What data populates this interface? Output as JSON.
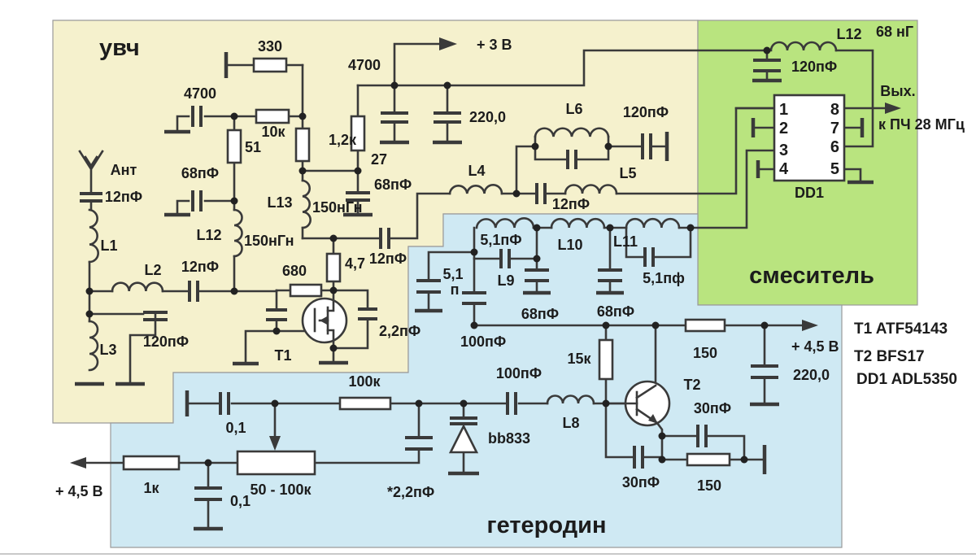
{
  "blocks": {
    "uvch_title": "увч",
    "mixer_title": "смеситель",
    "het_title": "гетеродин",
    "uvch_bg": "#f5f1cd",
    "mixer_bg": "#b9e47f",
    "het_bg": "#cfe9f3"
  },
  "uvch": {
    "ant": "Ант",
    "c_ant": "12пФ",
    "l1": "L1",
    "l2": "L2",
    "c_l2": "12пФ",
    "l3": "L3",
    "c_l3": "120пФ",
    "c_gate": "68пФ",
    "r51": "51",
    "c4700_in": "4700",
    "r330": "330",
    "r10k": "10к",
    "r1k2": "1,2к",
    "l12": "L12",
    "l12_val": "150нГн",
    "l13": "L13",
    "l13_val": "150нГн",
    "r27": "27",
    "c68_drain": "68пФ",
    "c4700_rail": "4700",
    "c220": "220,0",
    "v3": "+ 3 В",
    "r680": "680",
    "r47": "4,7",
    "c12_out": "12пФ",
    "c22": "2,2пФ",
    "t1": "T1",
    "l4": "L4",
    "l6": "L6",
    "c120_l6": "120пФ",
    "l5": "L5",
    "c12_l5": "12пФ"
  },
  "mixer": {
    "l12": "L12",
    "l12_val": "68 нГ",
    "c120": "120пФ",
    "dd1": "DD1",
    "pins_left": [
      "1",
      "2",
      "3",
      "4"
    ],
    "pins_right": [
      "8",
      "7",
      "6",
      "5"
    ],
    "out1": "Вых.",
    "out2": "к ПЧ 28 МГц"
  },
  "het": {
    "c_tank1": "5,1пФ",
    "l9": "L9",
    "l10": "L10",
    "l11": "L11",
    "c_tank2": "5,1пф",
    "c68a": "68пФ",
    "c68b": "68пФ",
    "c51p_a": "5,1",
    "c51p_b": "п",
    "c100_filter": "100пФ",
    "r15k": "15к",
    "c100_base": "100пФ",
    "l8": "L8",
    "t2": "T2",
    "c30_top": "30пФ",
    "c30_left": "30пФ",
    "r150_e": "150",
    "r150_rail": "150",
    "c220": "220,0",
    "v45_right": "+ 4,5 В",
    "r100k": "100к",
    "c01_top": "0,1",
    "c01_bot": "0,1",
    "r1k": "1к",
    "pot": "50 - 100к",
    "v45_left": "+ 4,5 В",
    "c22": "*2,2пФ",
    "vd": "bb833"
  },
  "notes": {
    "t1": "T1 ATF54143",
    "t2": "T2 BFS17",
    "dd1": "DD1 ADL5350"
  }
}
